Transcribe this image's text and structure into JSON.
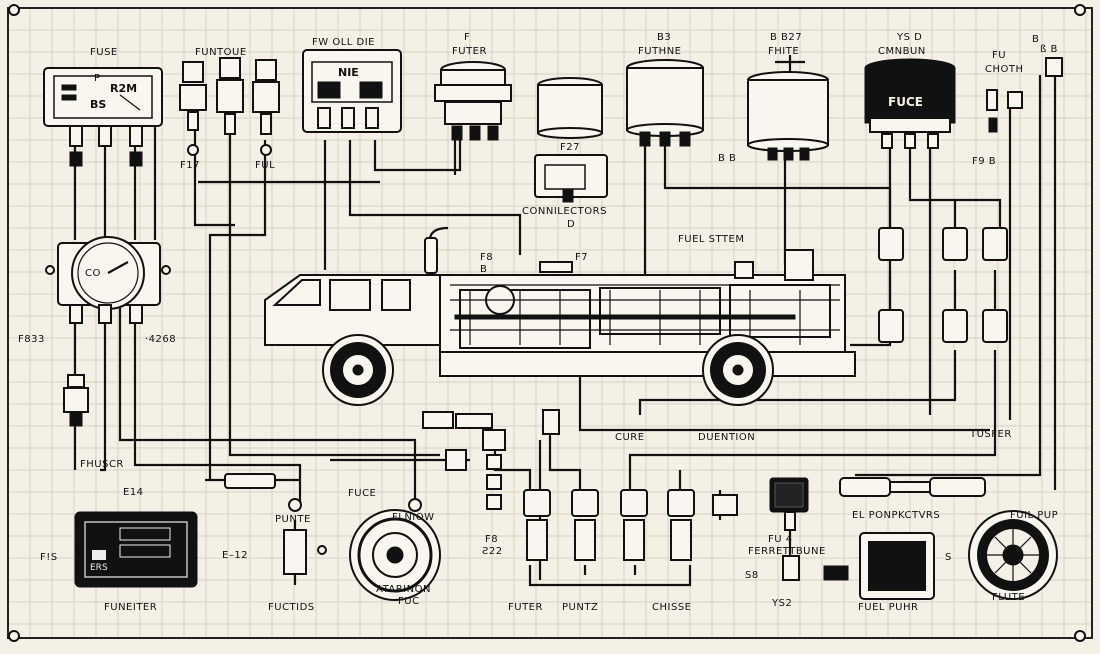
{
  "colors": {
    "background": "#f4f0e6",
    "grid": "#d8d2c4",
    "ink": "#111111"
  },
  "labels": {
    "fuse": "FUSE",
    "funtoue": "FUNTOUE",
    "fw_oil_die": "FW OLL DIE",
    "f_futer": "F",
    "futer": "FUTER",
    "b3": "B3",
    "futhne": "FUTHNE",
    "b_b27": "B B27",
    "fhite": "FHITE",
    "ys_d": "YS D",
    "cmnbun": "CMNBUN",
    "fuce_top": "FUCE",
    "fu": "FU",
    "choth": "CHOTH",
    "b": "B",
    "bsh": "ß B",
    "nie": "NIE",
    "f17": "F17",
    "ful": "FUL",
    "f27": "F27",
    "connectors": "CONNILECTORS",
    "d": "D",
    "b6": "B B",
    "f9b": "F9 B",
    "fuel_sitem": "FUEL STTEM",
    "f8_top": "F8",
    "b_small": "B",
    "f7": "F7",
    "f833": "F833",
    "n4268": "·4268",
    "fhuscr": "FHUSCR",
    "e4": "E14",
    "fis": "F!S",
    "funeiter": "FUNEITER",
    "fuce_mid": "FUCE",
    "punte": "PUNTE",
    "e12": "E–12",
    "fuctids": "FUCTIDS",
    "flnow": "FLNIOW",
    "atarinon": "ATARINON",
    "fuc": "FUC",
    "f8_bottom": "F8",
    "p22": "Ƨ22",
    "futer_bottom": "FUTER",
    "puntz": "PUNTZ",
    "chisse": "CHISSE",
    "cure": "CURE",
    "duention": "DUENTION",
    "tusfer": "TUSFER",
    "el_ponpkctvrs": "EL PONPKCTVRS",
    "fu4": "FU 4",
    "ferrettbune": "FERRETTBUNE",
    "s8": "S8",
    "ys2": "YS2",
    "fuel_puhr": "FUEL PUHR",
    "fuil_pup": "FUIL PUP",
    "s": "S",
    "flute": "FLUTE",
    "gauge_co": "CO",
    "meter_r2m": "R2M",
    "meter_bs": "BS",
    "fuse_meter_p": "P",
    "ecu_label": "ERS"
  }
}
